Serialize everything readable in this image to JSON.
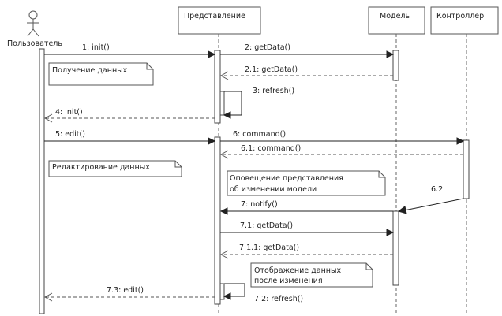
{
  "participants": {
    "user": "Пользователь",
    "view": "Представление",
    "model": "Модель",
    "controller": "Контроллер"
  },
  "messages": {
    "m1": "1: init()",
    "m2": "2: getData()",
    "m21": "2.1: getData()",
    "m3": "3: refresh()",
    "m4": "4: init()",
    "m5": "5: edit()",
    "m6": "6: command()",
    "m61": "6.1: command()",
    "m62": "6.2",
    "m7": "7: notify()",
    "m71": "7.1: getData()",
    "m711": "7.1.1: getData()",
    "m72": "7.2: refresh()",
    "m73": "7.3: edit()"
  },
  "notes": {
    "load": "Получение данных",
    "edit": "Редактирование данных",
    "notify_line1": "Оповещение представления",
    "notify_line2": "об изменении модели",
    "display_line1": "Отображение данных",
    "display_line2": "после изменения"
  }
}
